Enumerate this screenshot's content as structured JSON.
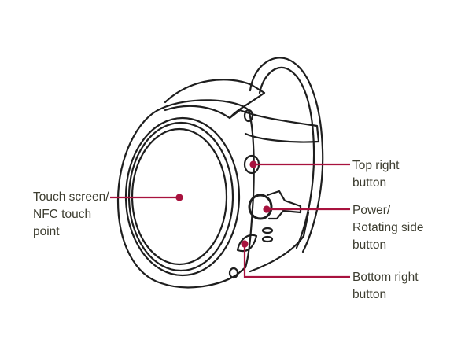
{
  "colors": {
    "callout": "#a8123e",
    "outline": "#1e1e1e",
    "text": "#3d3d30"
  },
  "labels": {
    "touch_screen": [
      "Touch screen/",
      "NFC touch",
      "point"
    ],
    "top_right": [
      "Top right",
      "button"
    ],
    "power": [
      "Power/",
      "Rotating side",
      "button"
    ],
    "bottom_right": [
      "Bottom right",
      "button"
    ]
  }
}
